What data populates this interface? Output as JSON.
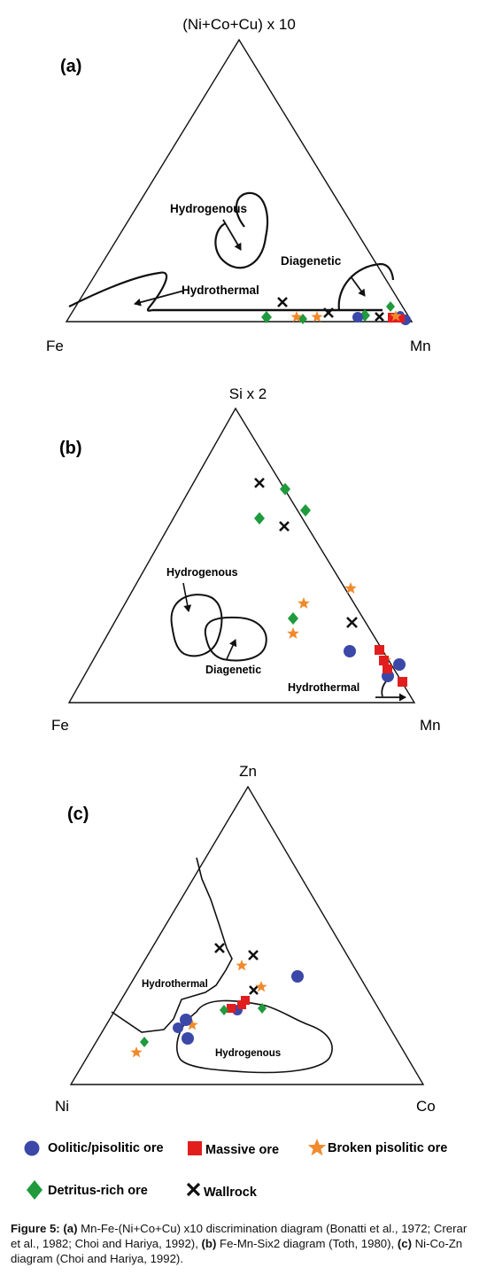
{
  "panels": [
    {
      "id": "a",
      "panel_label": "(a)",
      "apex_top": "(Ni+Co+Cu) x 10",
      "apex_left": "Fe",
      "apex_right": "Mn",
      "fields": [
        "Hydrogenous",
        "Diagenetic",
        "Hydrothermal"
      ]
    },
    {
      "id": "b",
      "panel_label": "(b)",
      "apex_top": "Si x 2",
      "apex_left": "Fe",
      "apex_right": "Mn",
      "fields": [
        "Hydrogenous",
        "Diagenetic",
        "Hydrothermal"
      ]
    },
    {
      "id": "c",
      "panel_label": "(c)",
      "apex_top": "Zn",
      "apex_left": "Ni",
      "apex_right": "Co",
      "fields": [
        "Hydrothermal",
        "Hydrogenous"
      ]
    }
  ],
  "legend": [
    {
      "symbol": "circle",
      "label": "Oolitic/pisolitic ore",
      "color": "#3b48a8"
    },
    {
      "symbol": "square",
      "label": "Massive ore",
      "color": "#e21d1d"
    },
    {
      "symbol": "star",
      "label": "Broken pisolitic ore",
      "color": "#f08a2c"
    },
    {
      "symbol": "diamond",
      "label": "Detritus-rich ore",
      "color": "#1f9a3c"
    },
    {
      "symbol": "cross",
      "label": "Wallrock",
      "color": "#111111"
    }
  ],
  "caption": {
    "fig_label": "Figure 5:",
    "part_a_tag": "(a)",
    "part_a_text": " Mn-Fe-(Ni+Co+Cu) x10 discrimination diagram (Bonatti et al., 1972; Crerar et al., 1982; Choi and Hariya, 1992), ",
    "part_b_tag": "(b)",
    "part_b_text": " Fe-Mn-Six2 diagram (Toth, 1980), ",
    "part_c_tag": "(c)",
    "part_c_text": " Ni-Co-Zn diagram (Choi and Hariya, 1992)."
  }
}
